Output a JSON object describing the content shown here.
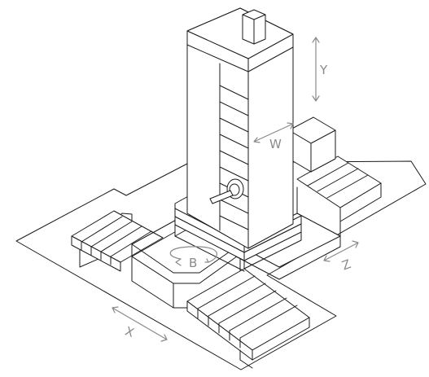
{
  "axes": {
    "x": "X",
    "y": "Y",
    "z": "Z",
    "w": "W",
    "b": "B"
  },
  "colors": {
    "line": "#1a1a1a",
    "arrow": "#8a8a8a",
    "background": "#ffffff"
  }
}
